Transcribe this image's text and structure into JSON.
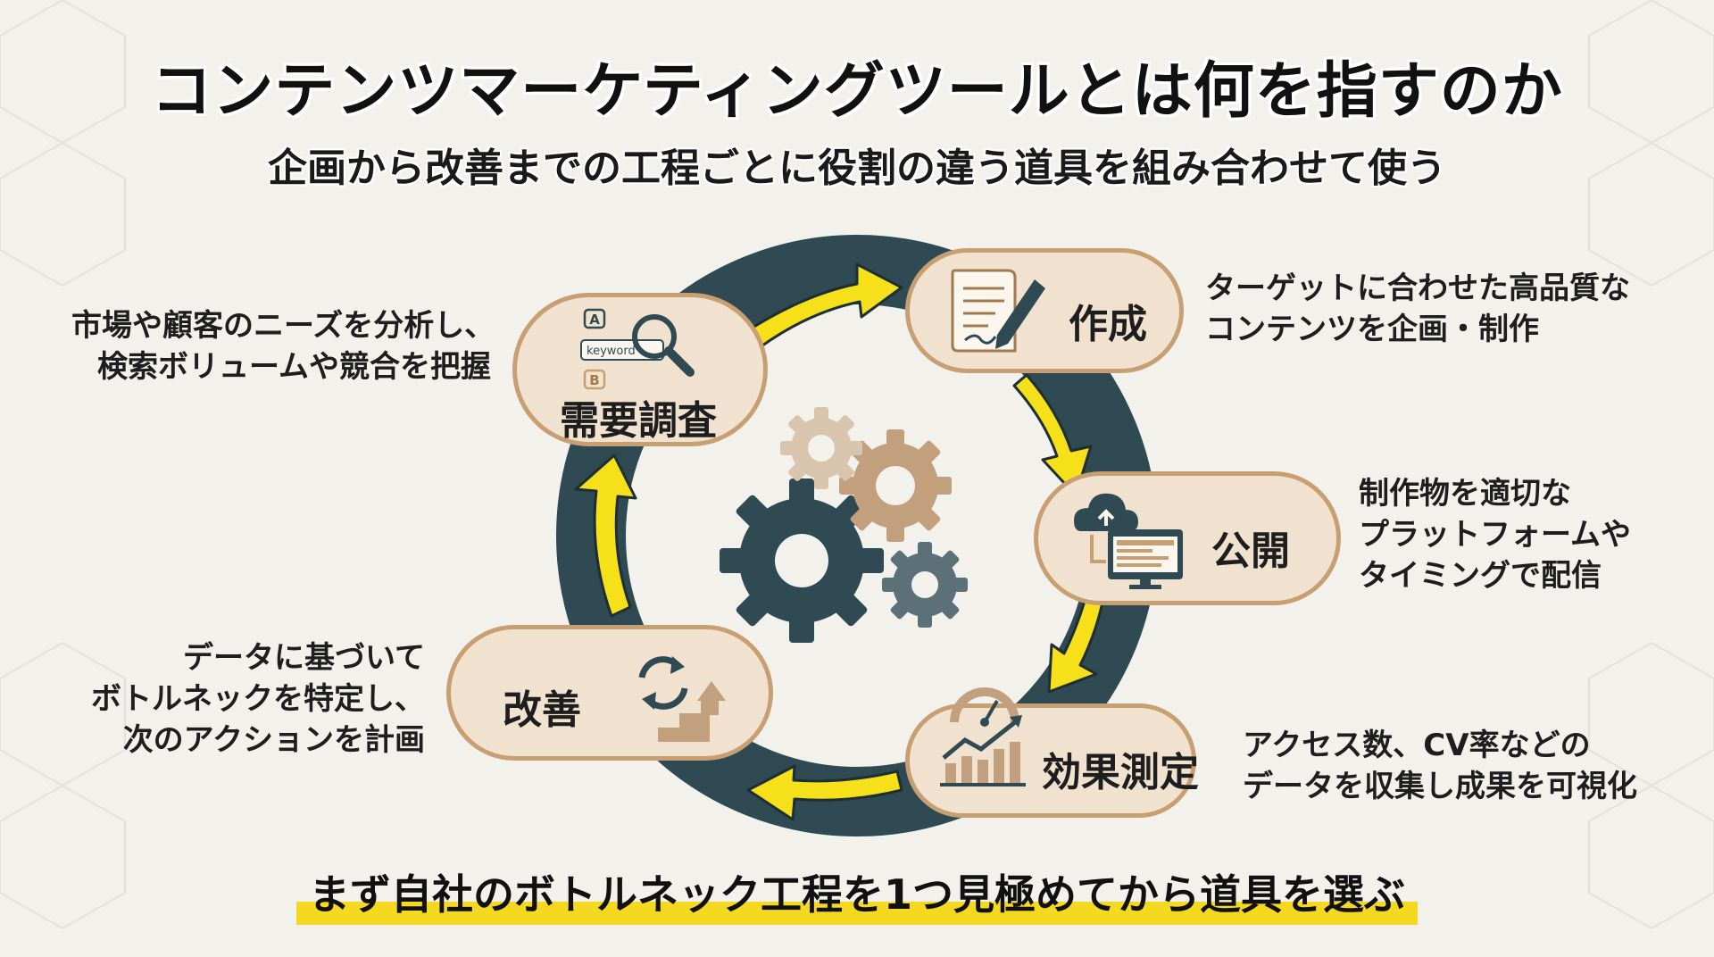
{
  "title": "コンテンツマーケティングツールとは何を指すのか",
  "subtitle": "企画から改善までの工程ごとに役割の違う道具を組み合わせて使う",
  "colors": {
    "ring": "#2f4a52",
    "arrow": "#f5e01a",
    "node_fill": "#f1e2cf",
    "node_border": "#c79f72",
    "gear_dark": "#2f4a52",
    "gear_tan": "#c2a07e",
    "gear_light": "#d9c4ad",
    "highlight": "#f5d820"
  },
  "nodes": {
    "research": {
      "label": "需要調査",
      "icon": "keyword-search-icon",
      "icon_text": {
        "a": "A",
        "b": "B",
        "keyword": "keyword"
      },
      "desc": [
        "市場や顧客のニーズを分析し、",
        "検索ボリュームや競合を把握"
      ]
    },
    "create": {
      "label": "作成",
      "icon": "document-pen-icon",
      "desc": [
        "ターゲットに合わせた高品質な",
        "コンテンツを企画・制作"
      ]
    },
    "publish": {
      "label": "公開",
      "icon": "cloud-upload-monitor-icon",
      "desc": [
        "制作物を適切な",
        "プラットフォームや",
        "タイミングで配信"
      ]
    },
    "measure": {
      "label": "効果測定",
      "icon": "growth-chart-icon",
      "desc": [
        "アクセス数、CV率などの",
        "データを収集し成果を可視化"
      ]
    },
    "improve": {
      "label": "改善",
      "icon": "refresh-steps-icon",
      "desc": [
        "データに基づいて",
        "ボトルネックを特定し、",
        "次のアクションを計画"
      ]
    }
  },
  "center": {
    "icon": "gears-icon"
  },
  "footer": "まず自社のボトルネック工程を1つ見極めてから道具を選ぶ"
}
